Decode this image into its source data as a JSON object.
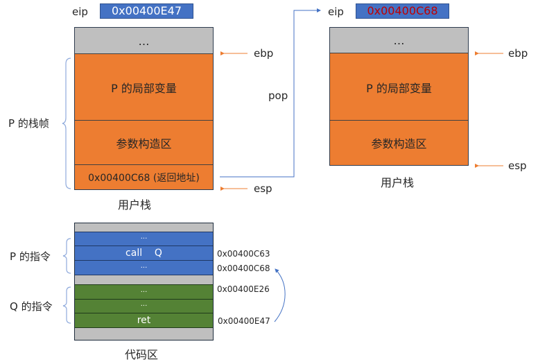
{
  "colors": {
    "register_fill": "#4472c4",
    "stack_gray": "#bfbfbf",
    "stack_orange": "#ed7d31",
    "code_blue": "#4472c4",
    "code_green": "#548235",
    "pointer_arrow": "#ed7d31",
    "flow_arrow": "#4472c4",
    "highlight_red": "#c00000"
  },
  "left_stack": {
    "eip_label": "eip",
    "eip_value": "0x00400E47",
    "cells": [
      {
        "label": "…",
        "type": "gray"
      },
      {
        "label": "P 的局部变量",
        "type": "orange"
      },
      {
        "label": "参数构造区",
        "type": "orange"
      },
      {
        "label": "0x00400C68 (返回地址)",
        "type": "orange"
      }
    ],
    "ebp_label": "ebp",
    "esp_label": "esp",
    "caption": "用户栈",
    "frame_brace_label": "P 的栈帧"
  },
  "pop_label": "pop",
  "right_stack": {
    "eip_label": "eip",
    "eip_value": "0x00400C68",
    "cells": [
      {
        "label": "…",
        "type": "gray"
      },
      {
        "label": "P 的局部变量",
        "type": "orange"
      },
      {
        "label": "参数构造区",
        "type": "orange"
      }
    ],
    "ebp_label": "ebp",
    "esp_label": "esp",
    "caption": "用户栈"
  },
  "code_area": {
    "caption": "代码区",
    "rows": [
      {
        "label": "",
        "type": "gray"
      },
      {
        "label": "···",
        "type": "blue"
      },
      {
        "label": "call    Q",
        "type": "blue",
        "address": "0x00400C63"
      },
      {
        "label": "···",
        "type": "blue",
        "address": "0x00400C68"
      },
      {
        "label": "",
        "type": "gray"
      },
      {
        "label": "···",
        "type": "green",
        "address": "0x00400E26"
      },
      {
        "label": "···",
        "type": "green"
      },
      {
        "label": "ret",
        "type": "green",
        "address": "0x00400E47"
      },
      {
        "label": "",
        "type": "gray"
      }
    ],
    "p_brace_label": "P 的指令",
    "q_brace_label": "Q 的指令"
  }
}
